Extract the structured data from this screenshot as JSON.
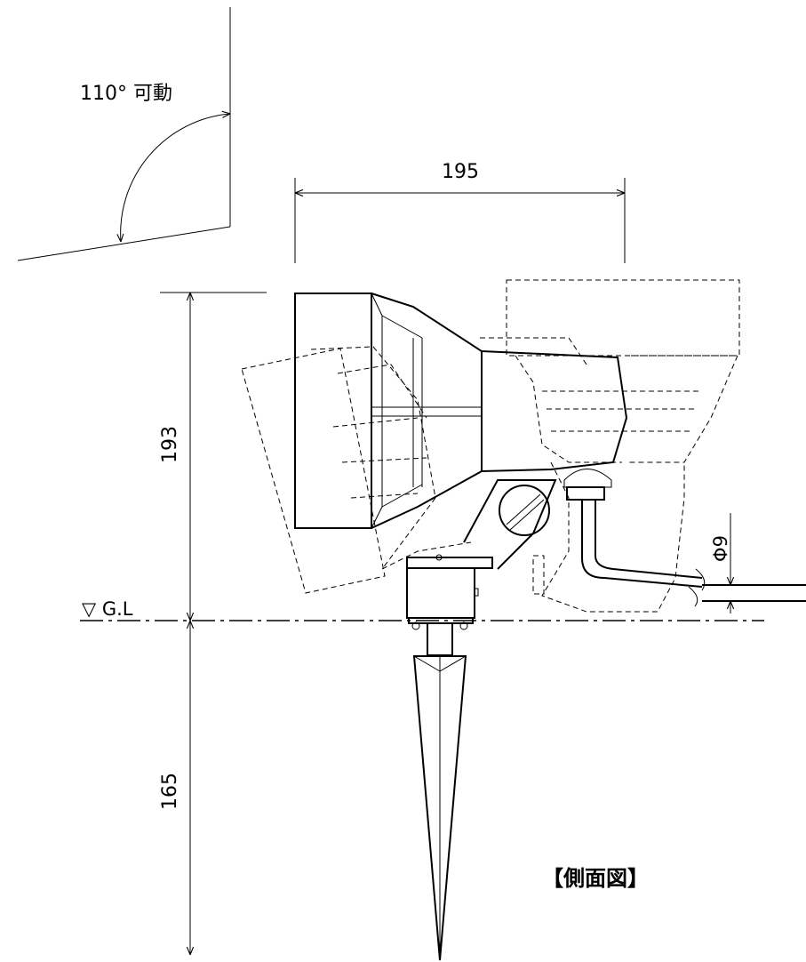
{
  "drawing": {
    "rotation_label": "110° 可動",
    "width_dim": "195",
    "height_above_dim": "193",
    "height_below_dim": "165",
    "cable_dim": "Φ9",
    "ground_label": "▽ G.L",
    "view_title": "【側面図】"
  }
}
